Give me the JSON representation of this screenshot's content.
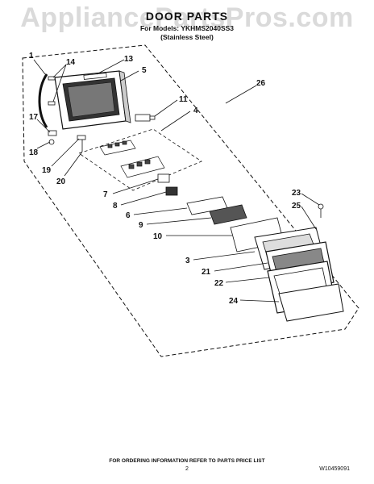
{
  "watermark": "AppliancePartsPros.com",
  "header": {
    "title": "DOOR PARTS",
    "model_line": "For Models: YKHMS2040SS3",
    "variant": "(Stainless Steel)"
  },
  "callouts": [
    "1",
    "14",
    "13",
    "5",
    "26",
    "17",
    "11",
    "4",
    "18",
    "19",
    "20",
    "7",
    "8",
    "6",
    "9",
    "10",
    "23",
    "25",
    "3",
    "21",
    "22",
    "24"
  ],
  "footer": {
    "note": "FOR ORDERING INFORMATION REFER TO PARTS PRICE LIST",
    "page": "2",
    "doc_id": "W10459091"
  }
}
